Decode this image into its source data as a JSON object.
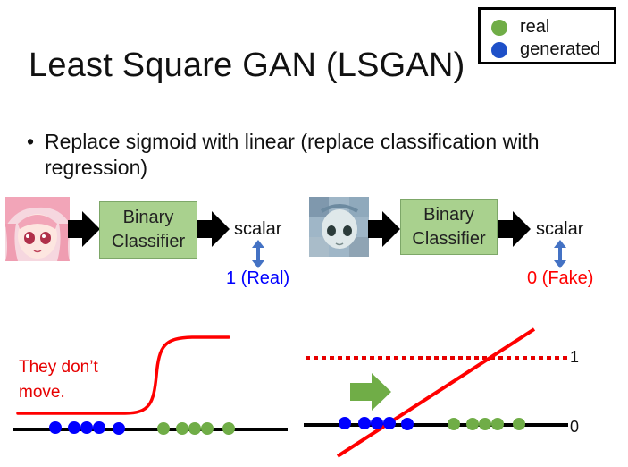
{
  "slide": {
    "title": "Least Square GAN (LSGAN)",
    "bullet_mark": "•",
    "bullet_text": "Replace sigmoid with linear (replace classification with regression)"
  },
  "legend": {
    "items": [
      {
        "label": "real",
        "color": "#70ad47"
      },
      {
        "label": "generated",
        "color": "#0000ff"
      }
    ]
  },
  "pipelines": [
    {
      "image": "anime-face",
      "classifier_line1": "Binary",
      "classifier_line2": "Classifier",
      "output": "scalar",
      "target": "1 (Real)",
      "target_color": "#0000ff"
    },
    {
      "image": "generated-face",
      "classifier_line1": "Binary",
      "classifier_line2": "Classifier",
      "output": "scalar",
      "target": "0 (Fake)",
      "target_color": "#ff0000"
    }
  ],
  "bottom_left": {
    "annotation_line1": "They don’t",
    "annotation_line2": "move.",
    "annotation_color": "#e60000"
  },
  "bottom_right": {
    "upper_label": "1",
    "lower_label": "0"
  },
  "colors": {
    "real_point": "#70ad47",
    "generated_point": "#0000ff",
    "classifier_fill": "#a9d18e",
    "arrow_green": "#70ad47",
    "red_line": "#ff0000"
  }
}
